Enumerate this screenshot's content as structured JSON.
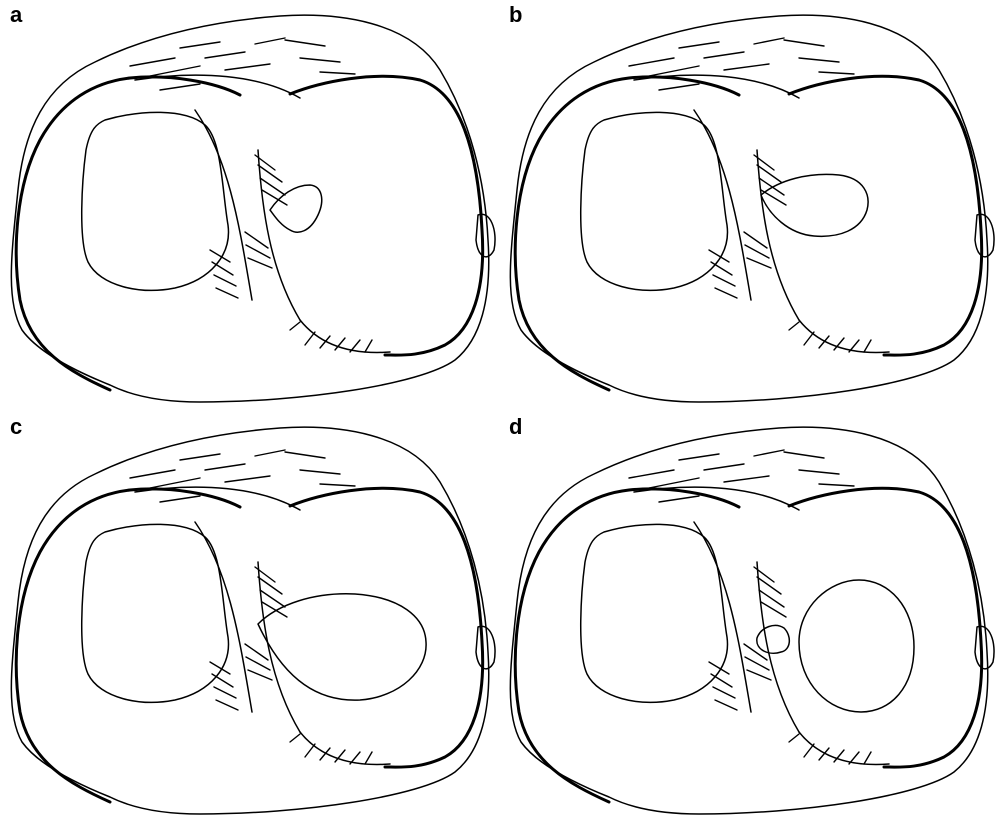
{
  "panels": [
    {
      "label": "a",
      "variant": "small-teardrop"
    },
    {
      "label": "b",
      "variant": "medium-teardrop"
    },
    {
      "label": "c",
      "variant": "large-teardrop"
    },
    {
      "label": "d",
      "variant": "oval-with-small-fragment"
    }
  ],
  "colors": {
    "line": "#000000",
    "background": "#ffffff"
  }
}
